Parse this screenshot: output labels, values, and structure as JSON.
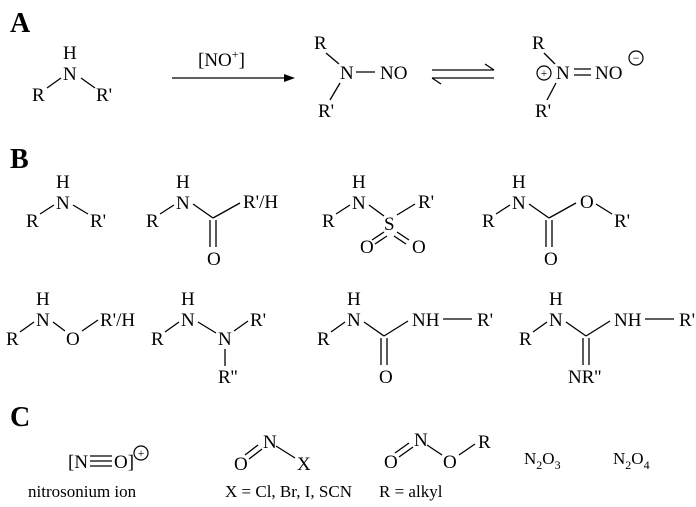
{
  "panels": {
    "a_label": "A",
    "b_label": "B",
    "c_label": "C"
  },
  "panel_a": {
    "reagent": "[NO",
    "reagent_charge": "+",
    "reagent_close": "]",
    "reactant_atoms": {
      "h": "H",
      "n": "N",
      "r": "R",
      "r2": "R'"
    },
    "product_atoms": {
      "r": "R",
      "n": "N",
      "no": "NO",
      "r2": "R'"
    },
    "resonance_atoms": {
      "r": "R",
      "n": "N",
      "no": "NO",
      "r2": "R'",
      "plus": "+",
      "minus": "−"
    }
  },
  "panel_b": {
    "amine": {
      "h": "H",
      "n": "N",
      "r": "R",
      "r2": "R'"
    },
    "amide": {
      "h": "H",
      "n": "N",
      "r": "R",
      "r2": "R'/H",
      "o": "O"
    },
    "sulfonamide": {
      "h": "H",
      "n": "N",
      "r": "R",
      "s": "S",
      "r2": "R'",
      "o1": "O",
      "o2": "O"
    },
    "carbamate": {
      "h": "H",
      "n": "N",
      "r": "R",
      "o_ester": "O",
      "r2": "R'",
      "o": "O"
    },
    "hydroxylamine": {
      "h": "H",
      "n": "N",
      "r": "R",
      "o": "O",
      "r2": "R'/H"
    },
    "hydrazine": {
      "h": "H",
      "n1": "N",
      "r": "R",
      "n2": "N",
      "r2": "R'",
      "r3": "R''"
    },
    "urea": {
      "h": "H",
      "n": "N",
      "r": "R",
      "nh": "NH",
      "r2": "R'",
      "o": "O"
    },
    "guanidine": {
      "h": "H",
      "n": "N",
      "r": "R",
      "nh": "NH",
      "r2": "R'",
      "nr": "NR''"
    }
  },
  "panel_c": {
    "nitrosonium": {
      "open": "[N",
      "close": "O]",
      "plus": "+",
      "caption": "nitrosonium ion"
    },
    "nitrosyl_halide": {
      "n": "N",
      "o": "O",
      "x": "X",
      "caption": "X = Cl, Br, I, SCN"
    },
    "alkyl_nitrite": {
      "n": "N",
      "o1": "O",
      "o2": "O",
      "r": "R",
      "caption": "R = alkyl"
    },
    "n2o3": {
      "main": "N",
      "sub1": "2",
      "mid": "O",
      "sub2": "3"
    },
    "n2o4": {
      "main": "N",
      "sub1": "2",
      "mid": "O",
      "sub2": "4"
    }
  }
}
